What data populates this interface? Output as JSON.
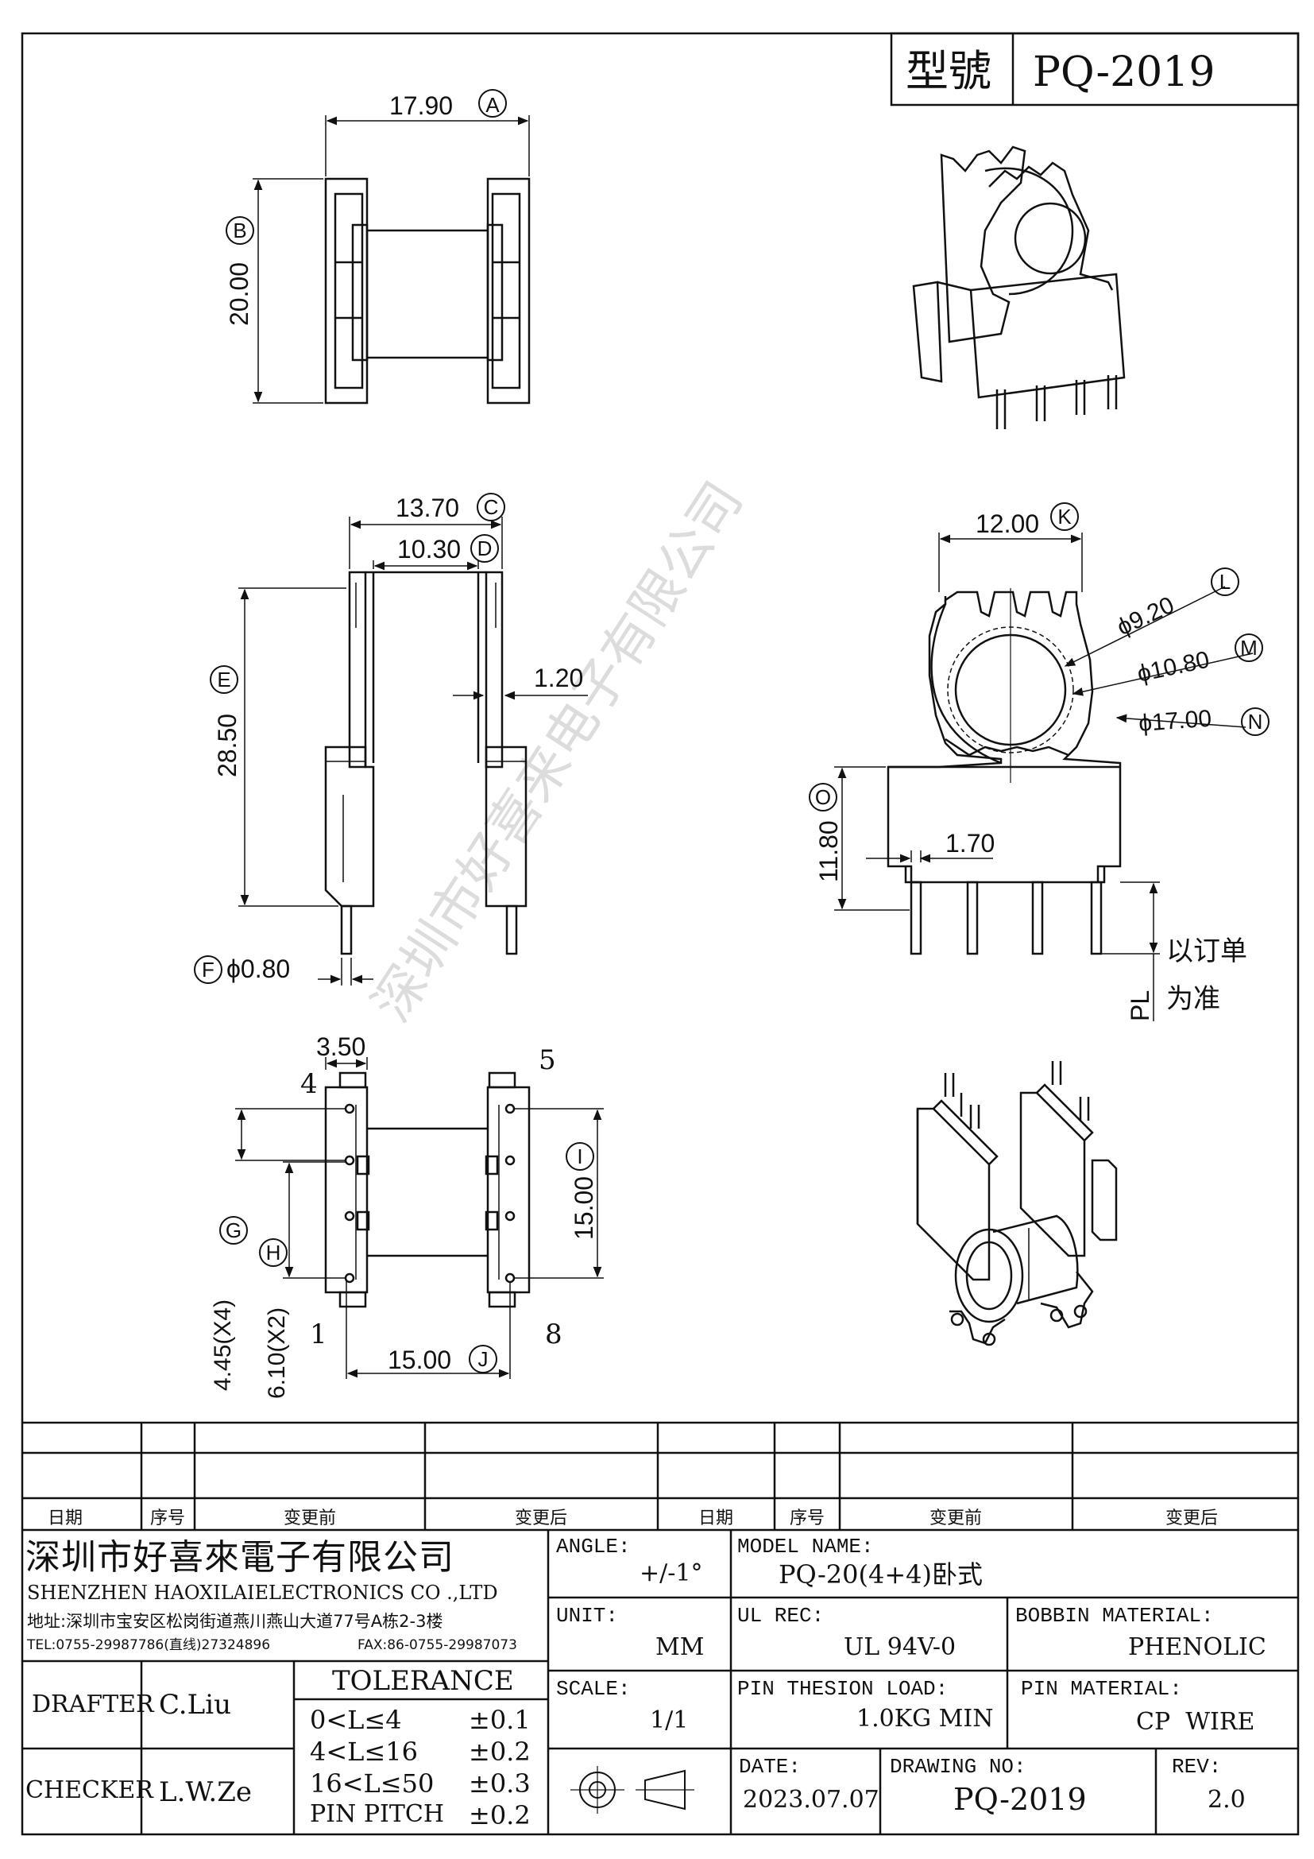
{
  "header": {
    "type_label": "型號",
    "model": "PQ-2019"
  },
  "dims": {
    "A": {
      "value": "17.90",
      "letter": "A"
    },
    "B": {
      "value": "20.00",
      "letter": "B"
    },
    "C": {
      "value": "13.70",
      "letter": "C"
    },
    "D": {
      "value": "10.30",
      "letter": "D"
    },
    "E": {
      "value": "28.50",
      "letter": "E"
    },
    "F": {
      "value": "ϕ0.80",
      "letter": "F"
    },
    "G": {
      "value": "4.45(X4)",
      "letter": "G"
    },
    "H": {
      "value": "6.10(X2)",
      "letter": "H"
    },
    "I": {
      "value": "15.00",
      "letter": "I"
    },
    "J": {
      "value": "15.00",
      "letter": "J"
    },
    "K": {
      "value": "12.00",
      "letter": "K"
    },
    "L": {
      "value": "ϕ9.20",
      "letter": "L"
    },
    "M": {
      "value": "ϕ10.80",
      "letter": "M"
    },
    "N": {
      "value": "ϕ17.00",
      "letter": "N"
    },
    "O": {
      "value": "11.80",
      "letter": "O"
    },
    "wall": "1.20",
    "pin_offset": "1.70",
    "flange_width": "3.50"
  },
  "pl": {
    "label": "PL",
    "note_line1": "以订单",
    "note_line2": "为准"
  },
  "pins": {
    "p1": "1",
    "p4": "4",
    "p5": "5",
    "p8": "8"
  },
  "watermark": "深圳市好喜来电子有限公司",
  "revision_table": {
    "headers": [
      "日期",
      "序号",
      "变更前",
      "变更后",
      "日期",
      "序号",
      "变更前",
      "变更后"
    ]
  },
  "company": {
    "name_cn": "深圳市好喜來電子有限公司",
    "name_en": "SHENZHEN HAOXILAIELECTRONICS CO .,LTD",
    "address": "地址:深圳市宝安区松岗街道燕川燕山大道77号A栋2-3楼",
    "tel": "TEL:0755-29987786(直线)27324896",
    "fax": "FAX:86-0755-29987073"
  },
  "titleblock": {
    "angle_label": "ANGLE:",
    "angle_value": "+/-1°",
    "unit_label": "UNIT:",
    "unit_value": "MM",
    "scale_label": "SCALE:",
    "scale_value": "1/1",
    "model_label": "MODEL NAME:",
    "model_value": "PQ-20(4+4)卧式",
    "ul_label": "UL REC:",
    "ul_value": "UL 94V-0",
    "bobbin_label": "BOBBIN MATERIAL:",
    "bobbin_value": "PHENOLIC",
    "pin_load_label": "PIN THESION LOAD:",
    "pin_load_value": "1.0KG MIN",
    "pin_mat_label": "PIN MATERIAL:",
    "pin_mat_value": "CP  WIRE",
    "date_label": "DATE:",
    "date_value": "2023.07.07",
    "drawing_no_label": "DRAWING NO:",
    "drawing_no_value": "PQ-2019",
    "rev_label": "REV:",
    "rev_value": "2.0",
    "drafter_label": "DRAFTER",
    "drafter_value": "C.Liu",
    "checker_label": "CHECKER",
    "checker_value": "L.W.Ze"
  },
  "tolerance": {
    "title": "TOLERANCE",
    "rows": [
      {
        "range": "0<L≤4",
        "tol": "±0.1"
      },
      {
        "range": "4<L≤16",
        "tol": "±0.2"
      },
      {
        "range": "16<L≤50",
        "tol": "±0.3"
      },
      {
        "range": "PIN PITCH",
        "tol": "±0.2"
      }
    ]
  }
}
